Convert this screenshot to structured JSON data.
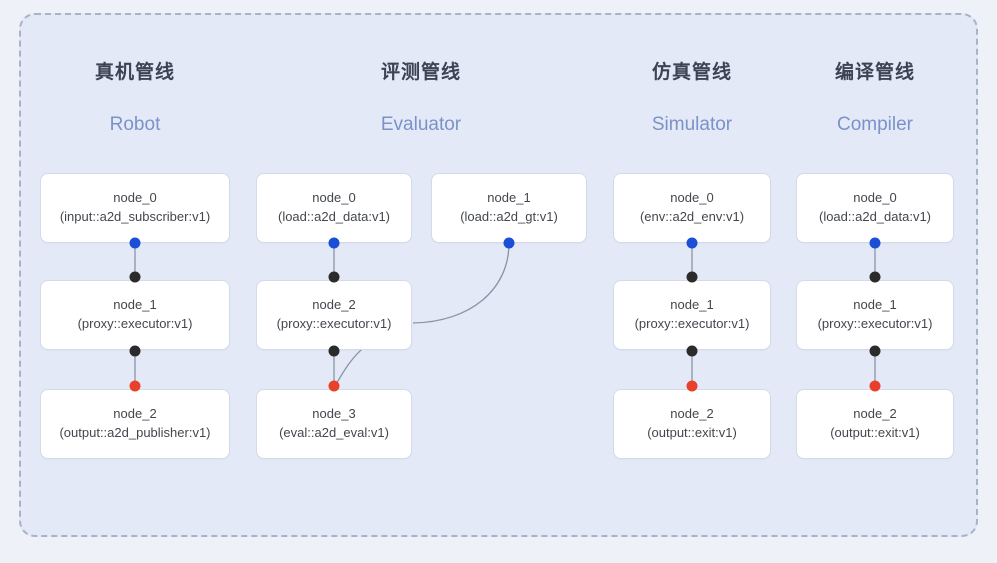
{
  "diagram": {
    "background_color": "#eef1f8",
    "panel_background_color": "#e4e9f7",
    "panel_border_color": "#a9b3c7",
    "node_border_color": "#d3dae8",
    "edge_color": "#8a93a6",
    "port_colors": {
      "input": "#1a4fd6",
      "through": "#2b2b2b",
      "output": "#e8402a"
    }
  },
  "columns": [
    {
      "title_cn": "真机管线",
      "title_en": "Robot",
      "nodes": [
        {
          "name": "node_0",
          "kind": "(input::a2d_subscriber:v1)"
        },
        {
          "name": "node_1",
          "kind": "(proxy::executor:v1)"
        },
        {
          "name": "node_2",
          "kind": "(output::a2d_publisher:v1)"
        }
      ]
    },
    {
      "title_cn": "评测管线",
      "title_en": "Evaluator",
      "nodes": [
        {
          "name": "node_0",
          "kind": "(load::a2d_data:v1)"
        },
        {
          "name": "node_1",
          "kind": "(load::a2d_gt:v1)"
        },
        {
          "name": "node_2",
          "kind": "(proxy::executor:v1)"
        },
        {
          "name": "node_3",
          "kind": "(eval::a2d_eval:v1)"
        }
      ]
    },
    {
      "title_cn": "仿真管线",
      "title_en": "Simulator",
      "nodes": [
        {
          "name": "node_0",
          "kind": "(env::a2d_env:v1)"
        },
        {
          "name": "node_1",
          "kind": "(proxy::executor:v1)"
        },
        {
          "name": "node_2",
          "kind": "(output::exit:v1)"
        }
      ]
    },
    {
      "title_cn": "编译管线",
      "title_en": "Compiler",
      "nodes": [
        {
          "name": "node_0",
          "kind": "(load::a2d_data:v1)"
        },
        {
          "name": "node_1",
          "kind": "(proxy::executor:v1)"
        },
        {
          "name": "node_2",
          "kind": "(output::exit:v1)"
        }
      ]
    }
  ]
}
